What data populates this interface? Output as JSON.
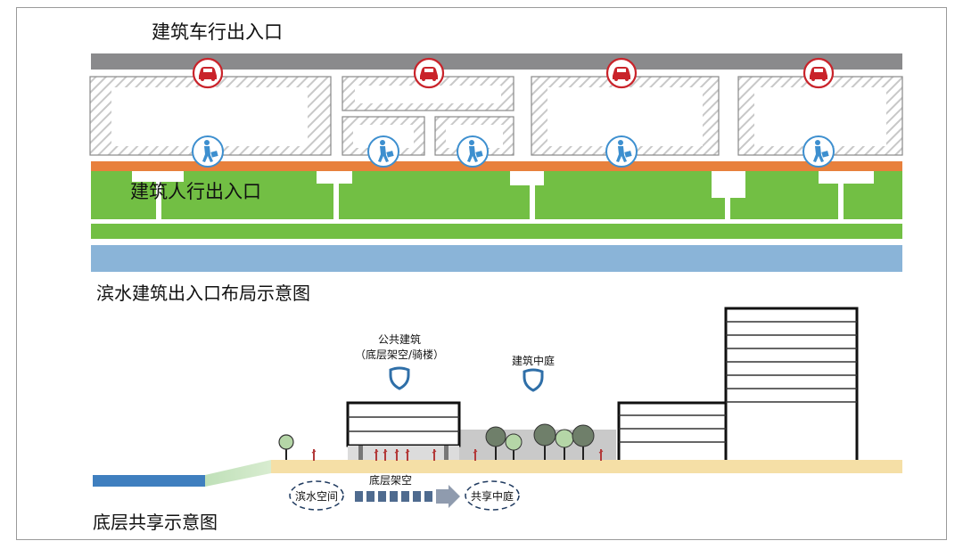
{
  "top_diagram": {
    "vehicle_entrance_label": "建筑车行出入口",
    "pedestrian_entrance_label": "建筑人行出入口",
    "caption": "滨水建筑出入口布局示意图",
    "vehicle_icon": "car-icon",
    "pedestrian_icon": "pedestrian-icon"
  },
  "bottom_diagram": {
    "public_building_label_line1": "公共建筑",
    "public_building_label_line2": "（底层架空/骑楼）",
    "courtyard_label": "建筑中庭",
    "waterfront_space_label": "滨水空间",
    "ground_floor_label": "底层架空",
    "shared_courtyard_label": "共享中庭",
    "caption": "底层共享示意图"
  },
  "colors": {
    "road_gray": "#8a8a8c",
    "orange_strip": "#e8803c",
    "green": "#72bf44",
    "water_blue": "#8ab4d8",
    "car_red": "#c9232a",
    "pedestrian_blue": "#3d8fcf",
    "ground_sand": "#f5dfa6",
    "river_blue": "#3f7fbf",
    "tree_green": "#6f7f6a",
    "light_tree": "#b5d6a7"
  }
}
